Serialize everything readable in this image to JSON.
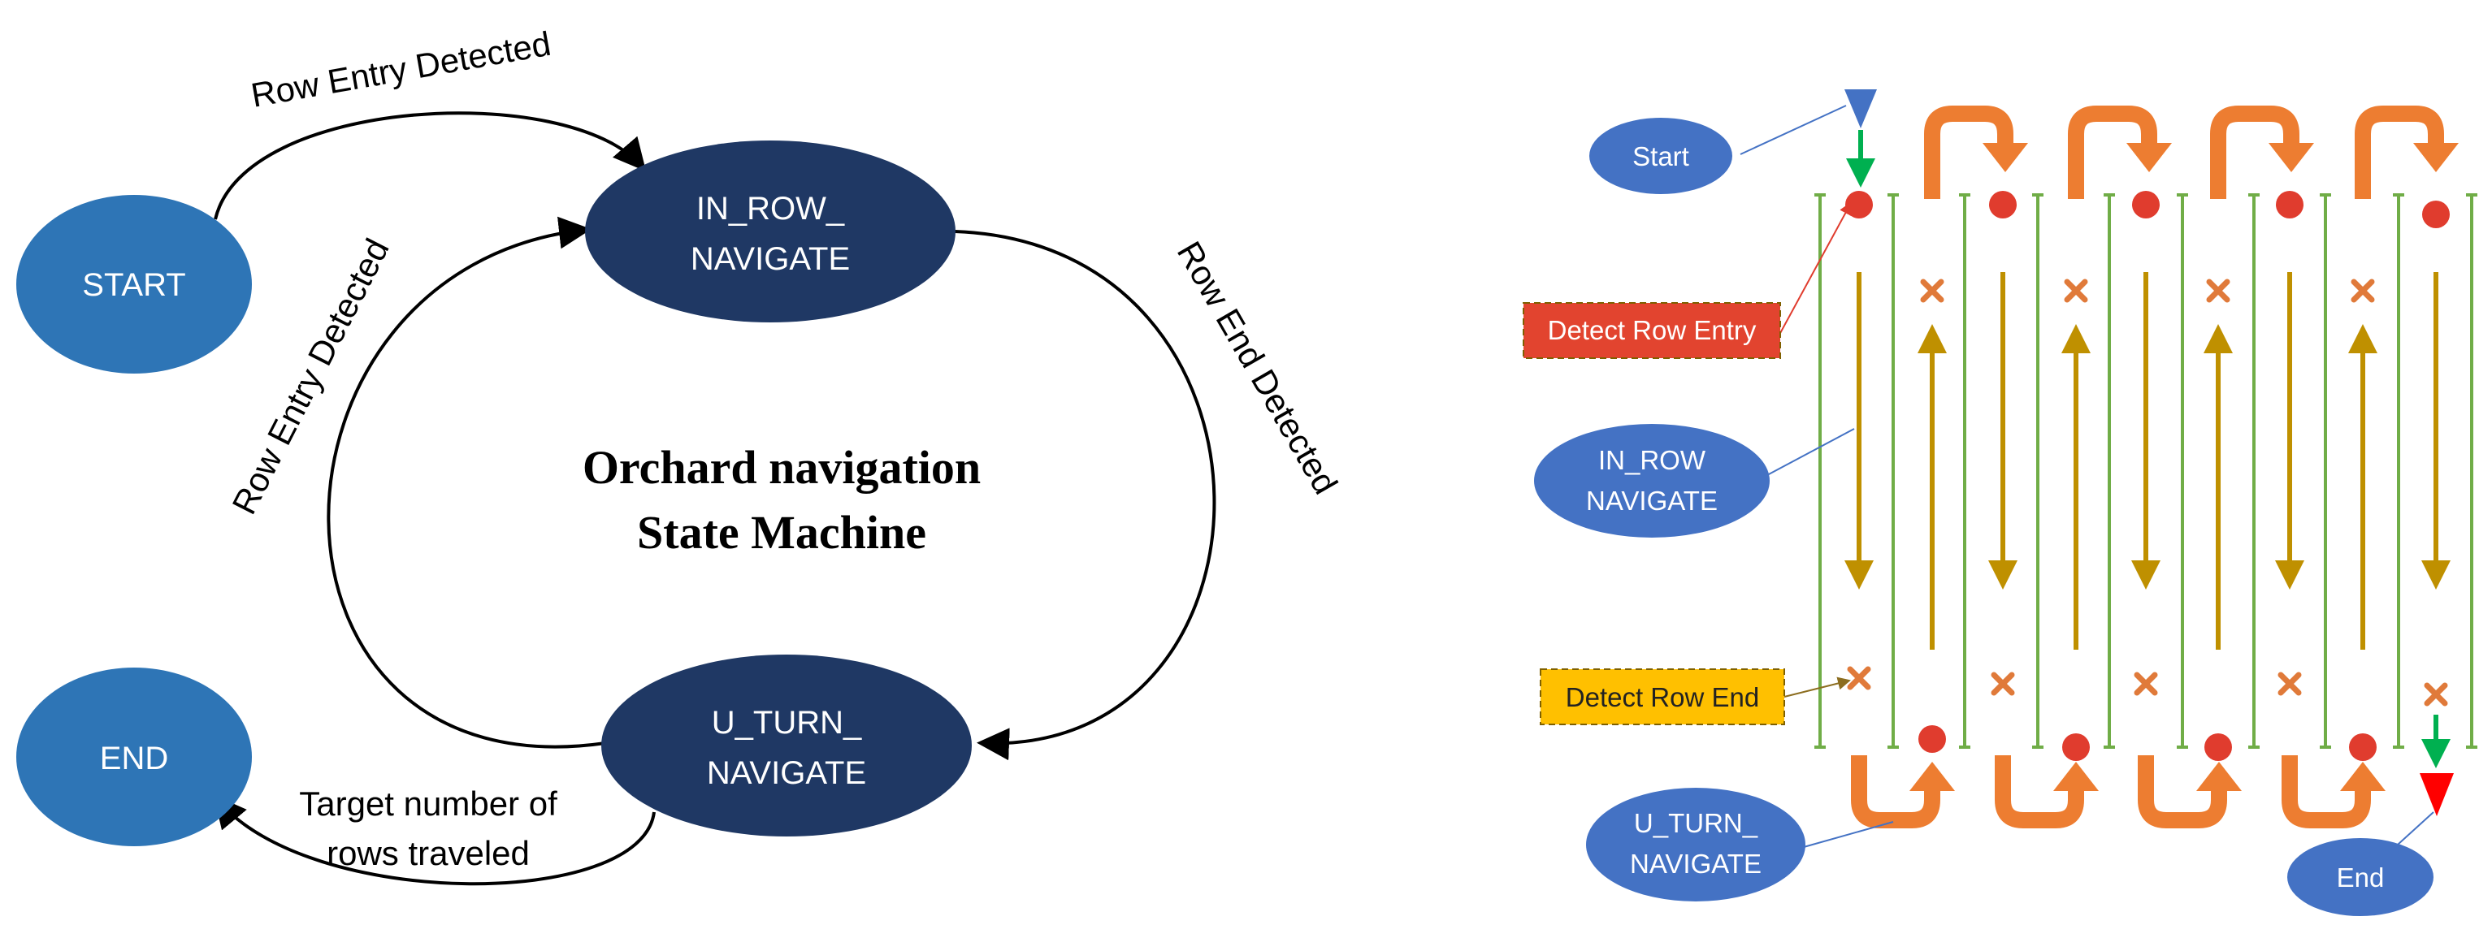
{
  "state_machine": {
    "title_line1": "Orchard navigation",
    "title_line2": "State Machine",
    "nodes": {
      "start": "START",
      "end": "END",
      "in_row_line1": "IN_ROW_",
      "in_row_line2": "NAVIGATE",
      "u_turn_line1": "U_TURN_",
      "u_turn_line2": "NAVIGATE"
    },
    "edges": {
      "start_to_inrow": "Row Entry Detected",
      "uturn_to_inrow": "Row Entry Detected",
      "inrow_to_uturn": "Row End Detected",
      "uturn_to_end_line1": "Target number of",
      "uturn_to_end_line2": "rows traveled"
    },
    "colors": {
      "start_end": "#2e75b6",
      "core_states": "#1f3864"
    }
  },
  "orchard_path": {
    "labels": {
      "start": "Start",
      "end": "End",
      "detect_row_entry": "Detect Row Entry",
      "detect_row_end": "Detect Row End",
      "in_row_line1": "IN_ROW",
      "in_row_line2": "NAVIGATE",
      "u_turn_line1": "U_TURN_",
      "u_turn_line2": "NAVIGATE"
    },
    "colors": {
      "tree_rows": "#70ad47",
      "travel_arrow": "#bf9000",
      "u_turn": "#ed7d31",
      "entry_marker": "#e03c2e",
      "end_marker": "#e07a3a",
      "callout_blue": "#4472c4",
      "detect_entry_box": "#e2442f",
      "detect_end_box": "#ffc000"
    }
  }
}
